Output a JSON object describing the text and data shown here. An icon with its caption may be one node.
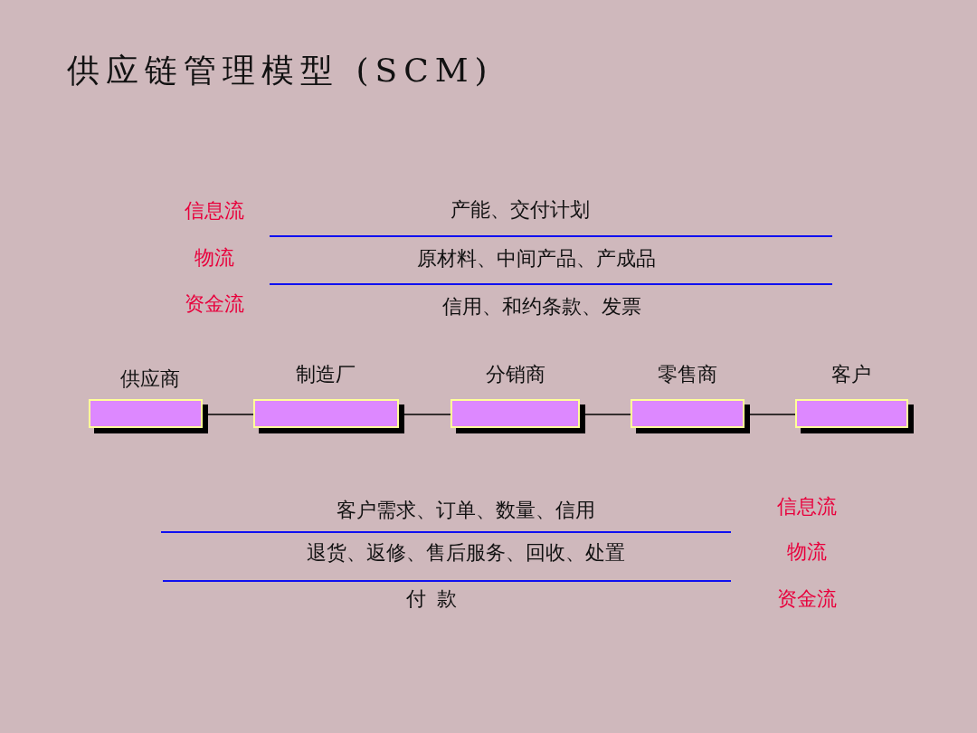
{
  "diagram": {
    "title": "供应链管理模型 (SCM)",
    "nodes": [
      {
        "text": [
          "供应商"
        ]
      },
      {
        "text": [
          "制造厂"
        ]
      },
      {
        "text": [
          "分销商"
        ]
      },
      {
        "text": [
          "零售商"
        ]
      },
      {
        "text": [
          "客户"
        ]
      }
    ],
    "edges": [
      {
        "from": 0,
        "to": 1,
        "arrow": "none"
      },
      {
        "from": 1,
        "to": 2,
        "arrow": "none"
      },
      {
        "from": 2,
        "to": 3,
        "arrow": "none"
      },
      {
        "from": 3,
        "to": 4,
        "arrow": "none"
      }
    ],
    "labels": [
      "信息流",
      "产能、交付计划",
      "物流",
      "原材料、中间产品、产成品",
      "资金流",
      "信用、和约条款、发票",
      "客户需求、订单、数量、信用",
      "信息流",
      "退货、返修、售后服务、回收、处置",
      "物流",
      "付款",
      "资金流"
    ]
  }
}
